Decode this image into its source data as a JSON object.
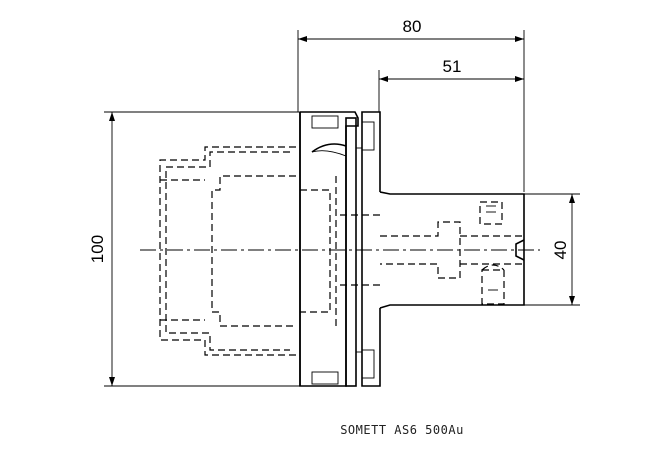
{
  "dimensions": {
    "overall_length": "80",
    "shank_length": "51",
    "flange_diameter": "100",
    "shank_diameter": "40"
  },
  "caption": "SOMETT AS6 500Au"
}
